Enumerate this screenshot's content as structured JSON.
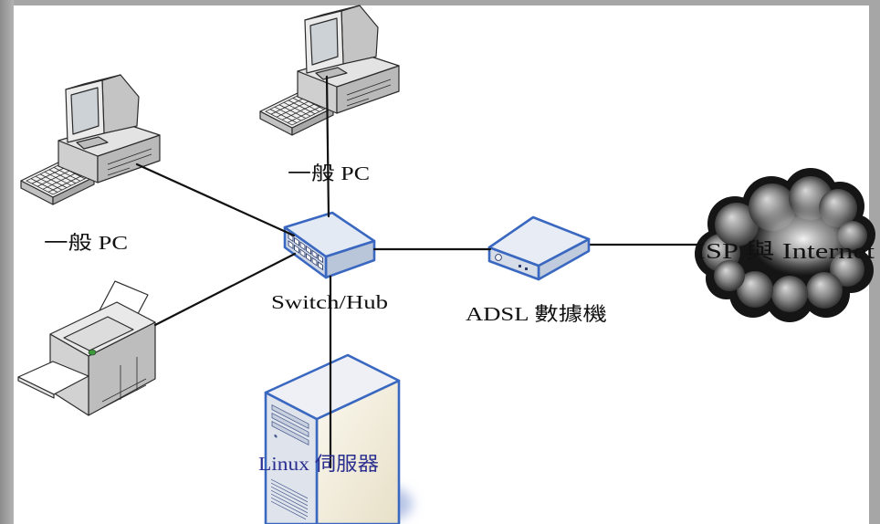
{
  "diagram": {
    "pc_top": {
      "label": "一般 PC"
    },
    "pc_left": {
      "label": "一般 PC"
    },
    "switch": {
      "label": "Switch/Hub"
    },
    "modem": {
      "label": "ADSL 數據機"
    },
    "cloud": {
      "label": "ISP 與 Internet"
    },
    "server": {
      "label": "Linux 伺服器"
    }
  },
  "colors": {
    "device_outline": "#3a68c0",
    "server_label": "#2b2f8f",
    "printer_led": "#3a9a3a",
    "link_line": "#111111"
  },
  "icons": {
    "pc": "desktop-pc-icon",
    "printer": "laser-printer-icon",
    "switch": "network-switch-icon",
    "modem": "adsl-modem-icon",
    "cloud": "internet-cloud-icon",
    "server": "tower-server-icon"
  }
}
